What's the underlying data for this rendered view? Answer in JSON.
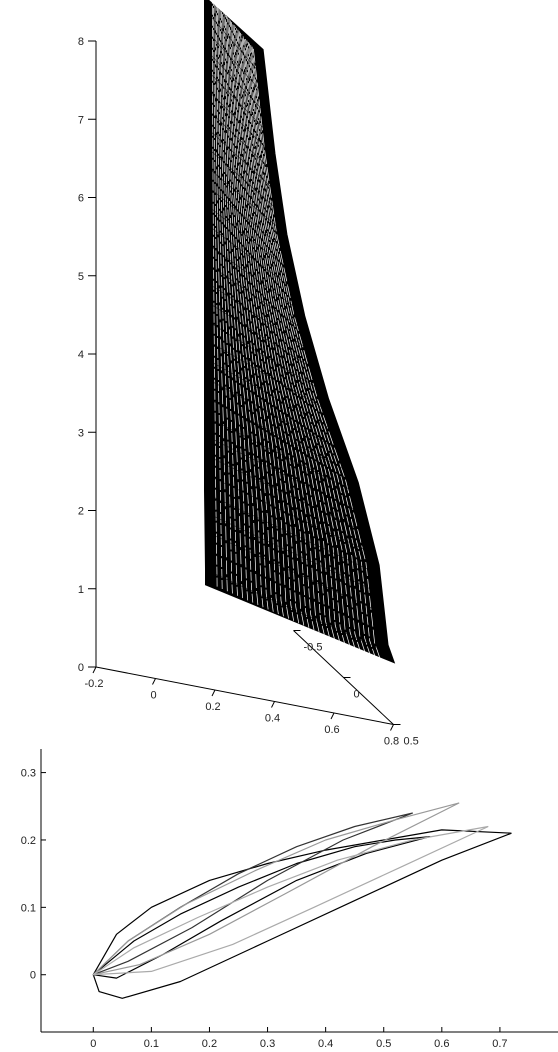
{
  "chart_data": [
    {
      "type": "surface3d",
      "title": "",
      "xlabel": "",
      "ylabel": "",
      "zlabel": "",
      "grid": false,
      "x_ticks": [
        "-0.2",
        "0",
        "0.2",
        "0.4",
        "0.6",
        "0.8"
      ],
      "y_ticks": [
        "0.5",
        "0",
        "-0.5"
      ],
      "z_ticks": [
        "0",
        "1",
        "2",
        "3",
        "4",
        "5",
        "6",
        "7",
        "8"
      ],
      "xlim": [
        -0.2,
        0.8
      ],
      "ylim": [
        -0.5,
        0.5
      ],
      "zlim": [
        0,
        8
      ],
      "surface": {
        "span_stations": [
          1,
          2,
          3,
          4,
          5,
          6,
          7,
          8
        ],
        "chord_start_x": [
          0.27,
          0.28,
          0.28,
          0.28,
          0.28,
          0.27,
          0.27,
          0.26
        ],
        "chord_end_x": [
          0.78,
          0.75,
          0.68,
          0.58,
          0.5,
          0.44,
          0.4,
          0.36
        ]
      },
      "colors": {
        "mesh": "#000000",
        "axis": "#000000"
      }
    },
    {
      "type": "line",
      "title": "",
      "xlabel": "",
      "ylabel": "",
      "grid": false,
      "x_ticks": [
        "0",
        "0.1",
        "0.2",
        "0.3",
        "0.4",
        "0.5",
        "0.6",
        "0.7"
      ],
      "y_ticks": [
        "0",
        "0.1",
        "0.2",
        "0.3"
      ],
      "xlim": [
        -0.09,
        0.8
      ],
      "ylim": [
        -0.085,
        0.335
      ],
      "series": [
        {
          "color": "#000000",
          "x": [
            0.72,
            0.6,
            0.5,
            0.4,
            0.3,
            0.2,
            0.1,
            0.04,
            0.0,
            0.01,
            0.05,
            0.15,
            0.3,
            0.45,
            0.6,
            0.72
          ],
          "y": [
            0.21,
            0.215,
            0.2,
            0.185,
            0.165,
            0.14,
            0.1,
            0.06,
            0.0,
            -0.025,
            -0.035,
            -0.01,
            0.05,
            0.11,
            0.17,
            0.21
          ]
        },
        {
          "color": "#000000",
          "x": [
            0.58,
            0.52,
            0.45,
            0.35,
            0.25,
            0.15,
            0.07,
            0.0,
            0.04,
            0.12,
            0.22,
            0.35,
            0.47,
            0.58
          ],
          "y": [
            0.205,
            0.2,
            0.19,
            0.165,
            0.13,
            0.09,
            0.05,
            0.0,
            -0.005,
            0.03,
            0.08,
            0.14,
            0.18,
            0.205
          ]
        },
        {
          "color": "#333333",
          "x": [
            0.55,
            0.45,
            0.35,
            0.25,
            0.15,
            0.06,
            0.0,
            0.06,
            0.17,
            0.3,
            0.43,
            0.55
          ],
          "y": [
            0.24,
            0.22,
            0.19,
            0.15,
            0.1,
            0.05,
            0.0,
            0.02,
            0.07,
            0.14,
            0.2,
            0.24
          ]
        },
        {
          "color": "#999999",
          "x": [
            0.63,
            0.52,
            0.4,
            0.28,
            0.16,
            0.06,
            0.0,
            0.08,
            0.2,
            0.33,
            0.48,
            0.63
          ],
          "y": [
            0.255,
            0.23,
            0.2,
            0.155,
            0.105,
            0.05,
            0.0,
            0.015,
            0.06,
            0.12,
            0.19,
            0.255
          ]
        },
        {
          "color": "#aaaaaa",
          "x": [
            0.68,
            0.55,
            0.42,
            0.3,
            0.18,
            0.07,
            0.0,
            0.1,
            0.24,
            0.38,
            0.53,
            0.68
          ],
          "y": [
            0.22,
            0.2,
            0.17,
            0.13,
            0.085,
            0.04,
            0.0,
            0.005,
            0.045,
            0.1,
            0.16,
            0.22
          ]
        }
      ]
    }
  ]
}
